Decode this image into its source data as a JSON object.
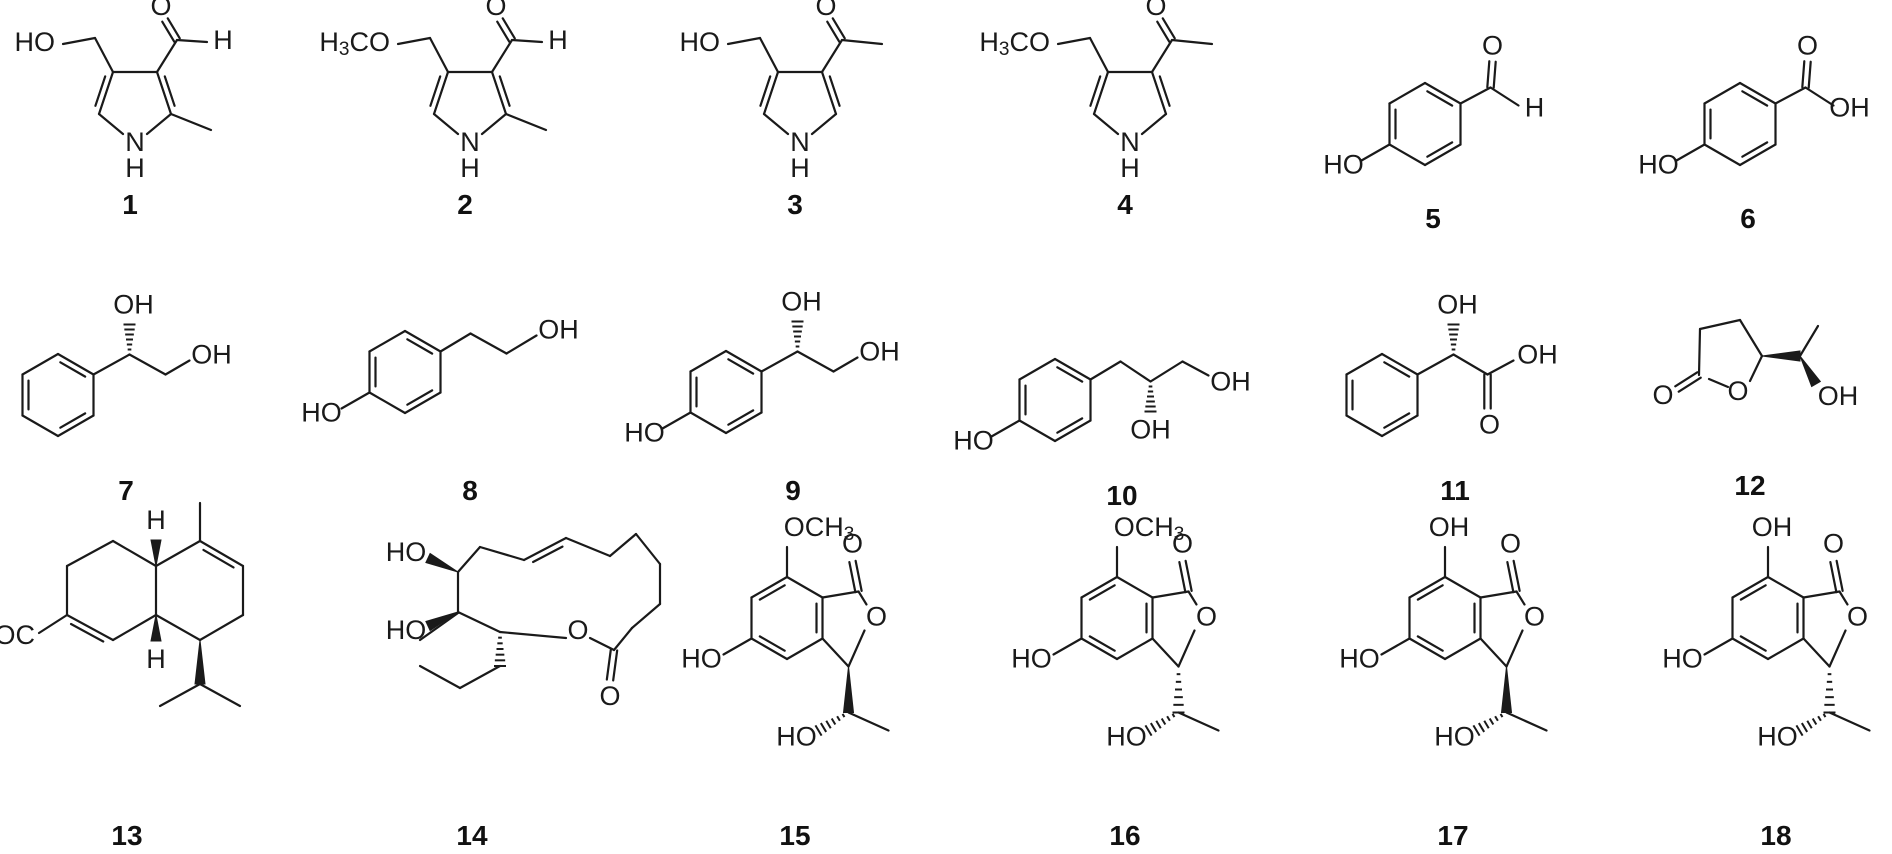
{
  "compounds": [
    {
      "id": "1",
      "labels": [
        "HO",
        "O",
        "H",
        "N",
        "H"
      ]
    },
    {
      "id": "2",
      "labels": [
        "H3CO",
        "O",
        "H",
        "N",
        "H"
      ]
    },
    {
      "id": "3",
      "labels": [
        "HO",
        "O",
        "N",
        "H"
      ]
    },
    {
      "id": "4",
      "labels": [
        "H3CO",
        "O",
        "N",
        "H"
      ]
    },
    {
      "id": "5",
      "labels": [
        "O",
        "H",
        "HO"
      ]
    },
    {
      "id": "6",
      "labels": [
        "O",
        "OH",
        "HO"
      ]
    },
    {
      "id": "7",
      "labels": [
        "OH",
        "OH"
      ]
    },
    {
      "id": "8",
      "labels": [
        "OH",
        "HO"
      ]
    },
    {
      "id": "9",
      "labels": [
        "OH",
        "OH",
        "HO"
      ]
    },
    {
      "id": "10",
      "labels": [
        "OH",
        "OH",
        "HO"
      ]
    },
    {
      "id": "11",
      "labels": [
        "OH",
        "OH",
        "O"
      ]
    },
    {
      "id": "12",
      "labels": [
        "O",
        "O",
        "OH"
      ]
    },
    {
      "id": "13",
      "labels": [
        "H",
        "H",
        "HOOC"
      ]
    },
    {
      "id": "14",
      "labels": [
        "HO",
        "HO",
        "O",
        "O"
      ]
    },
    {
      "id": "15",
      "labels": [
        "OCH3",
        "O",
        "O",
        "HO",
        "HO"
      ]
    },
    {
      "id": "16",
      "labels": [
        "OCH3",
        "O",
        "O",
        "HO",
        "HO"
      ]
    },
    {
      "id": "17",
      "labels": [
        "OH",
        "O",
        "O",
        "HO",
        "HO"
      ]
    },
    {
      "id": "18",
      "labels": [
        "OH",
        "O",
        "O",
        "HO",
        "HO"
      ]
    }
  ]
}
